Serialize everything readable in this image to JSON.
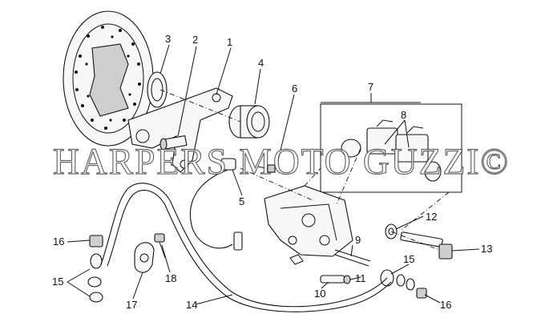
{
  "watermark": "HARPERS MOTO GUZZI©",
  "callouts": {
    "c1": "1",
    "c2": "2",
    "c3": "3",
    "c4": "4",
    "c5": "5",
    "c6": "6",
    "c7": "7",
    "c8": "8",
    "c9": "9",
    "c10": "10",
    "c11": "11",
    "c12": "12",
    "c13": "13",
    "c14": "14",
    "c15a": "15",
    "c15b": "15",
    "c16a": "16",
    "c16b": "16",
    "c17": "17",
    "c18": "18"
  },
  "colors": {
    "line": "#111111",
    "background": "#ffffff",
    "watermark_outline": "#4a4a4a"
  }
}
